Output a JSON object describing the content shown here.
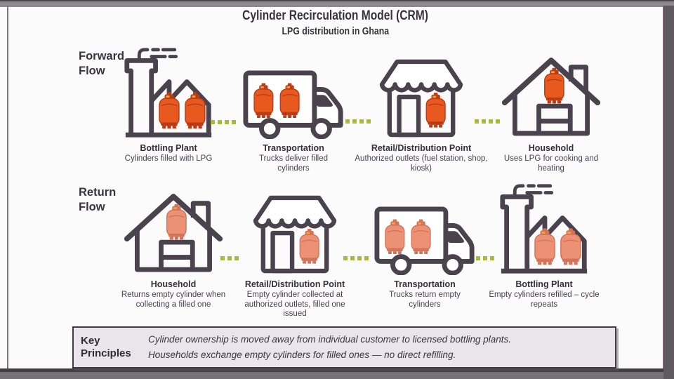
{
  "header": {
    "title": "Cylinder Recirculation Model (CRM)",
    "subtitle": "LPG distribution in Ghana"
  },
  "rows": [
    {
      "flow_label": "Forward Flow",
      "stages": [
        {
          "icon": "factory",
          "cylinders": "filled",
          "title": "Bottling Plant",
          "desc": "Cylinders filled with LPG"
        },
        {
          "icon": "truck",
          "cylinders": "filled",
          "title": "Transportation",
          "desc": "Trucks deliver filled cylinders"
        },
        {
          "icon": "shop",
          "cylinders": "filled",
          "title": "Retail/Distribution Point",
          "desc": "Authorized outlets (fuel station, shop, kiosk)"
        },
        {
          "icon": "house",
          "cylinders": "filled",
          "title": "Household",
          "desc": "Uses LPG for cooking and heating"
        }
      ]
    },
    {
      "flow_label": "Return Flow",
      "stages": [
        {
          "icon": "house",
          "cylinders": "empty",
          "title": "Household",
          "desc": "Returns empty cylinder when collecting a filled one"
        },
        {
          "icon": "shop",
          "cylinders": "empty",
          "title": "Retail/Distribution Point",
          "desc": "Empty cylinder collected at authorized outlets, filled one issued"
        },
        {
          "icon": "truck",
          "cylinders": "empty",
          "title": "Transportation",
          "desc": "Trucks return empty cylinders"
        },
        {
          "icon": "factory",
          "cylinders": "empty",
          "title": "Bottling Plant",
          "desc": "Empty cylinders refilled – cycle repeats"
        }
      ]
    }
  ],
  "key": {
    "label": "Key Principles",
    "line1": "Cylinder ownership is moved away from individual customer to licensed bottling plants.",
    "line2": "Households exchange empty cylinders for filled ones — no direct refilling."
  },
  "colors": {
    "cylinder_filled": "#e7591f",
    "cylinder_empty": "#ec9173",
    "icon_outline": "#4a434e",
    "connector_dots": "#a9b93e",
    "key_box_bg": "#eae5ea"
  }
}
